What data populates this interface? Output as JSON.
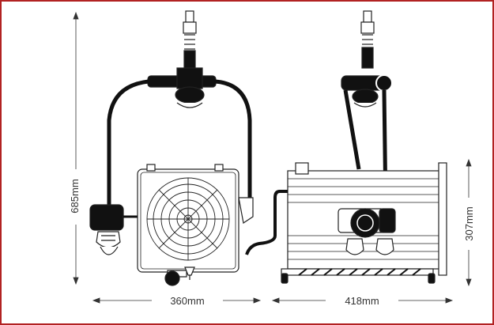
{
  "drawing": {
    "dimensions": {
      "height_total": "685mm",
      "front_width": "360mm",
      "side_length": "418mm",
      "side_height": "307mm"
    },
    "colors": {
      "frame_border": "#b22222",
      "line": "#222222",
      "fill_dark": "#111111",
      "fill_body": "#ffffff"
    }
  }
}
